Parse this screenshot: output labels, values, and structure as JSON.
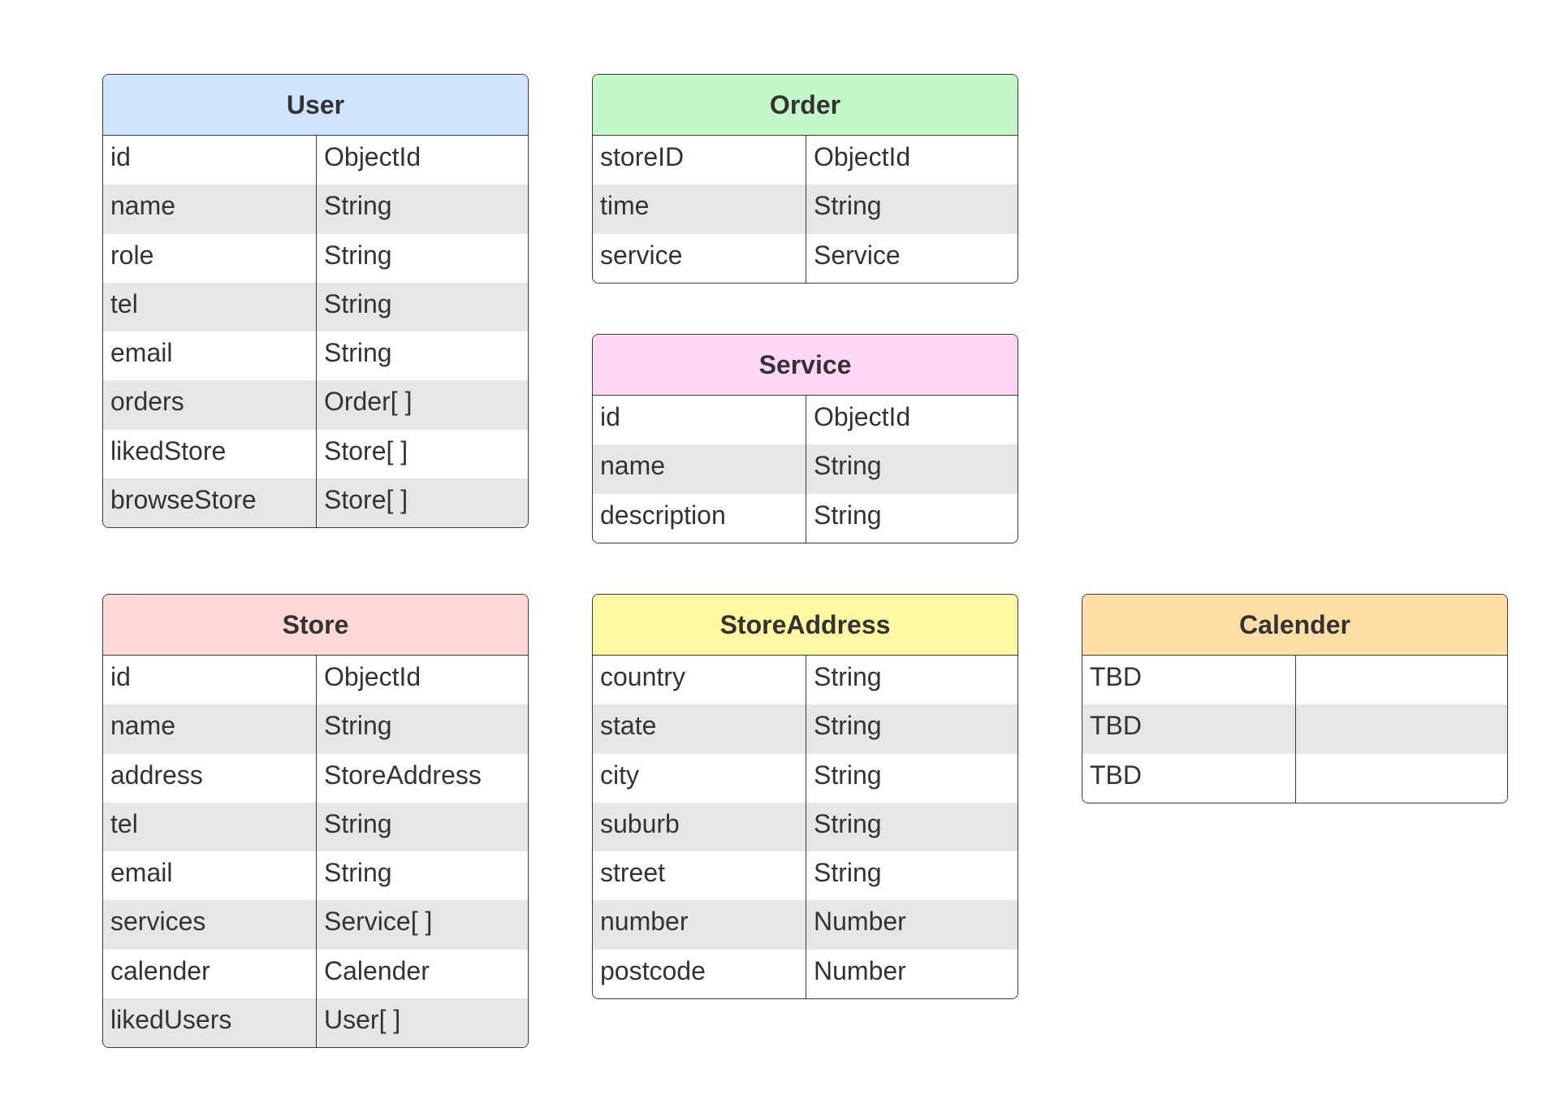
{
  "colors": {
    "user_header": "#cfe4ff",
    "order_header": "#c3f7c8",
    "service_header": "#ffd6f4",
    "store_header": "#ffd8d8",
    "storeaddress_header": "#fff7a1",
    "calender_header": "#ffdfa6",
    "border": "#3a3a3a",
    "alt_row": "#e6e6e6"
  },
  "entities": {
    "user": {
      "title": "User",
      "fields": [
        {
          "name": "id",
          "type": "ObjectId"
        },
        {
          "name": "name",
          "type": "String"
        },
        {
          "name": "role",
          "type": "String"
        },
        {
          "name": "tel",
          "type": "String"
        },
        {
          "name": "email",
          "type": "String"
        },
        {
          "name": "orders",
          "type": "Order[ ]"
        },
        {
          "name": "likedStore",
          "type": "Store[ ]"
        },
        {
          "name": "browseStore",
          "type": "Store[ ]"
        }
      ]
    },
    "order": {
      "title": "Order",
      "fields": [
        {
          "name": "storeID",
          "type": "ObjectId"
        },
        {
          "name": "time",
          "type": "String"
        },
        {
          "name": "service",
          "type": "Service"
        }
      ]
    },
    "service": {
      "title": "Service",
      "fields": [
        {
          "name": "id",
          "type": "ObjectId"
        },
        {
          "name": "name",
          "type": "String"
        },
        {
          "name": "description",
          "type": "String"
        }
      ]
    },
    "store": {
      "title": "Store",
      "fields": [
        {
          "name": "id",
          "type": "ObjectId"
        },
        {
          "name": "name",
          "type": "String"
        },
        {
          "name": "address",
          "type": "StoreAddress"
        },
        {
          "name": "tel",
          "type": "String"
        },
        {
          "name": "email",
          "type": "String"
        },
        {
          "name": "services",
          "type": "Service[ ]"
        },
        {
          "name": "calender",
          "type": "Calender"
        },
        {
          "name": "likedUsers",
          "type": "User[ ]"
        }
      ]
    },
    "storeaddress": {
      "title": "StoreAddress",
      "fields": [
        {
          "name": "country",
          "type": "String"
        },
        {
          "name": "state",
          "type": "String"
        },
        {
          "name": "city",
          "type": "String"
        },
        {
          "name": "suburb",
          "type": "String"
        },
        {
          "name": "street",
          "type": "String"
        },
        {
          "name": "number",
          "type": "Number"
        },
        {
          "name": "postcode",
          "type": "Number"
        }
      ]
    },
    "calender": {
      "title": "Calender",
      "fields": [
        {
          "name": "TBD",
          "type": ""
        },
        {
          "name": "TBD",
          "type": ""
        },
        {
          "name": "TBD",
          "type": ""
        }
      ]
    }
  }
}
